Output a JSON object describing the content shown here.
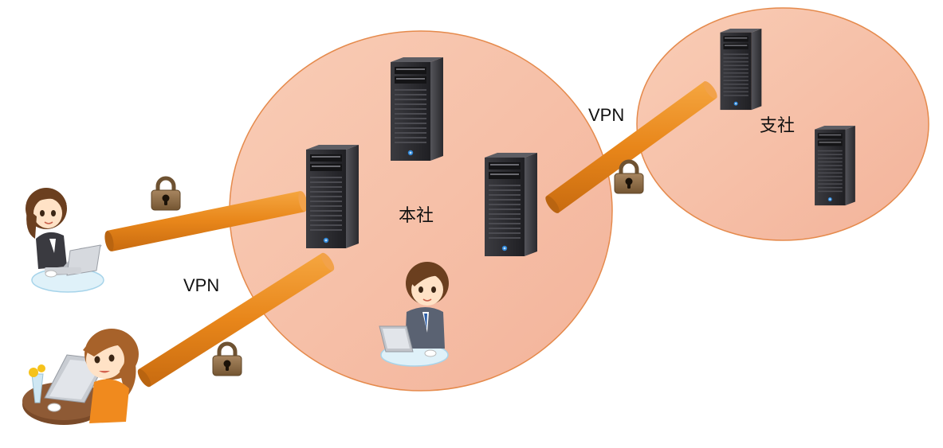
{
  "labels": {
    "head_office": "本社",
    "branch_office": "支社",
    "vpn_top": "VPN",
    "vpn_left": "VPN"
  },
  "colors": {
    "zone_fill": "#f7c0a4",
    "zone_stroke": "#e58a4c",
    "tunnel": "#e98b1c",
    "tunnel_dark": "#c26d12",
    "lock_body": "#8b6b44",
    "server": "#2f2f33"
  },
  "icons": [
    "server-icon",
    "padlock-icon",
    "remote-worker-icon",
    "office-worker-icon"
  ]
}
